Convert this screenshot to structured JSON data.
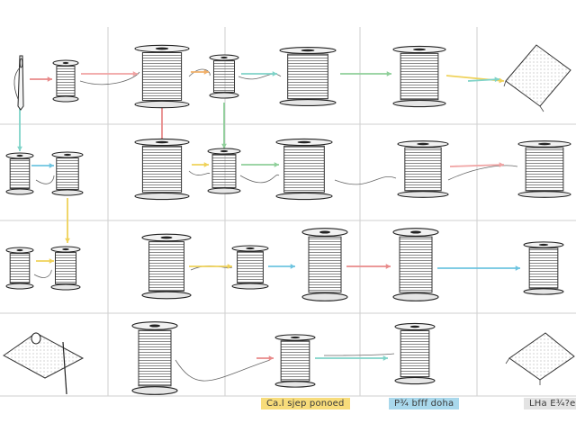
{
  "labels": [
    {
      "text": "Ca.l sjep ponoed",
      "color": "#f7dc7a"
    },
    {
      "text": "P¾ bfff doha",
      "color": "#a9d8ec"
    },
    {
      "text": "LHa E¾?ean",
      "color": "#e3e3e3"
    }
  ],
  "arrow_colors": {
    "red": "#e88a8a",
    "green": "#8fcf9a",
    "blue": "#6ec4e0",
    "yellow": "#efd25a",
    "orange": "#f1b06a",
    "teal": "#7fd3c8",
    "pink": "#f0a3a3"
  },
  "icons": [
    "needle-icon",
    "spool-icon",
    "fabric-icon",
    "arrow-icon"
  ]
}
